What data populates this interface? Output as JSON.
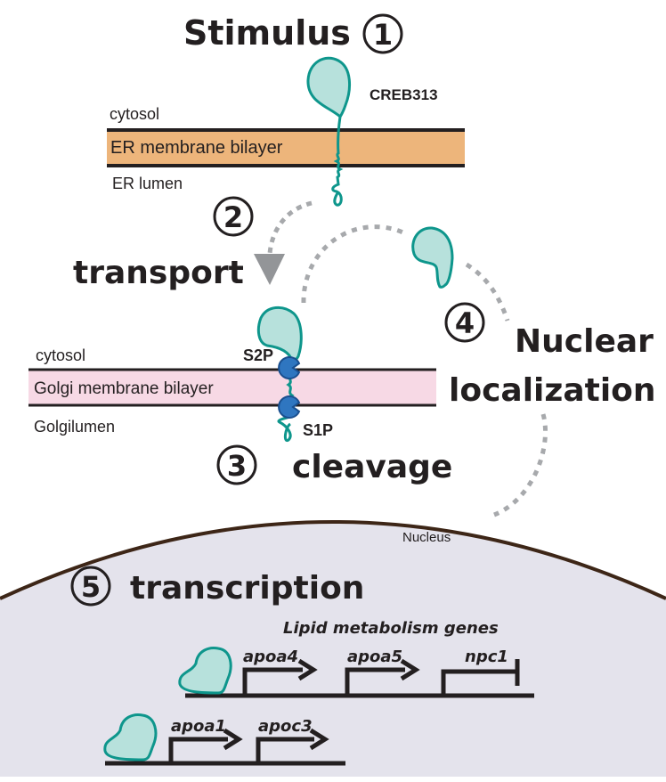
{
  "colors": {
    "protein_fill": "#b7e1dc",
    "protein_stroke": "#0e968c",
    "er_membrane": "#edb57b",
    "golgi_membrane": "#f7d9e5",
    "protease": "#2f76c0",
    "protease_stroke": "#1a4f8f",
    "nucleus_fill": "#e4e3ec",
    "nucleus_border": "#3d2617",
    "dashed_path": "#a7a9ac",
    "text": "#231f20"
  },
  "steps": [
    {
      "number": "1",
      "label": "Stimulus"
    },
    {
      "number": "2",
      "label": "transport"
    },
    {
      "number": "3",
      "label": "cleavage"
    },
    {
      "number": "4",
      "label_line1": "Nuclear",
      "label_line2": "localization"
    },
    {
      "number": "5",
      "label": "transcription"
    }
  ],
  "protein_name": "CREB313",
  "er": {
    "above": "cytosol",
    "membrane": "ER membrane bilayer",
    "below": "ER lumen"
  },
  "golgi": {
    "above": "cytosol",
    "membrane": "Golgi membrane bilayer",
    "below": "Golgilumen"
  },
  "proteases": {
    "upper": "S2P",
    "lower": "S1P"
  },
  "nucleus_label": "Nucleus",
  "genes": {
    "title": "Lipid metabolism genes",
    "row1": [
      "apoa4",
      "apoa5",
      "npc1"
    ],
    "row2": [
      "apoa1",
      "apoc3"
    ]
  }
}
